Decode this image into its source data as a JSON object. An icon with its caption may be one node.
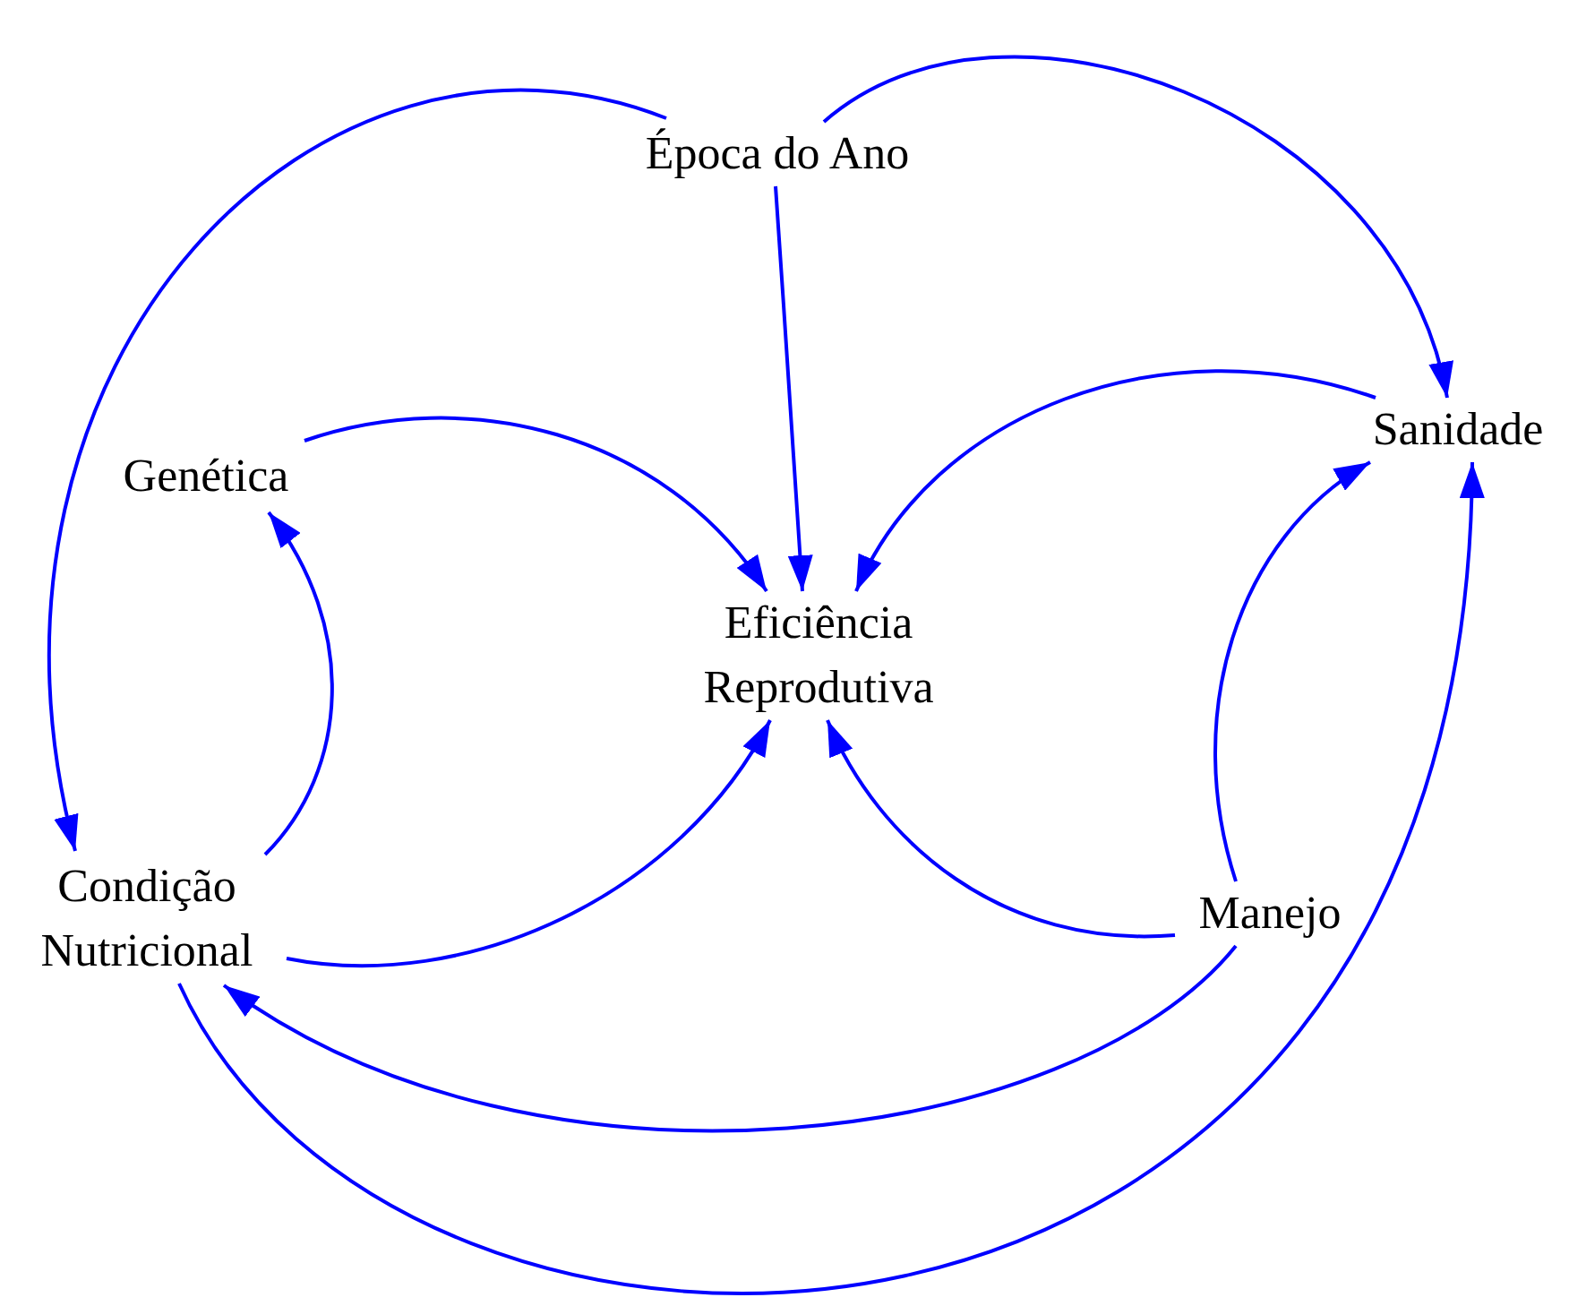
{
  "diagram": {
    "nodes": [
      {
        "text": [
          "Época do Ano"
        ]
      },
      {
        "text": [
          "Genética"
        ]
      },
      {
        "text": [
          "Sanidade"
        ]
      },
      {
        "text": [
          "Eficiência Reprodutiva"
        ]
      },
      {
        "text": [
          "Condição Nutricional"
        ]
      },
      {
        "text": [
          "Manejo"
        ]
      }
    ],
    "edges": [
      {
        "from": 0,
        "to": 4,
        "arrow": "to"
      },
      {
        "from": 0,
        "to": 2,
        "arrow": "to"
      },
      {
        "from": 0,
        "to": 3,
        "arrow": "to"
      },
      {
        "from": 1,
        "to": 3,
        "arrow": "to"
      },
      {
        "from": 2,
        "to": 3,
        "arrow": "to"
      },
      {
        "from": 4,
        "to": 1,
        "arrow": "to"
      },
      {
        "from": 4,
        "to": 3,
        "arrow": "to"
      },
      {
        "from": 5,
        "to": 3,
        "arrow": "to"
      },
      {
        "from": 5,
        "to": 2,
        "arrow": "to"
      },
      {
        "from": 5,
        "to": 4,
        "arrow": "to"
      },
      {
        "from": 4,
        "to": 2,
        "arrow": "to"
      }
    ]
  }
}
